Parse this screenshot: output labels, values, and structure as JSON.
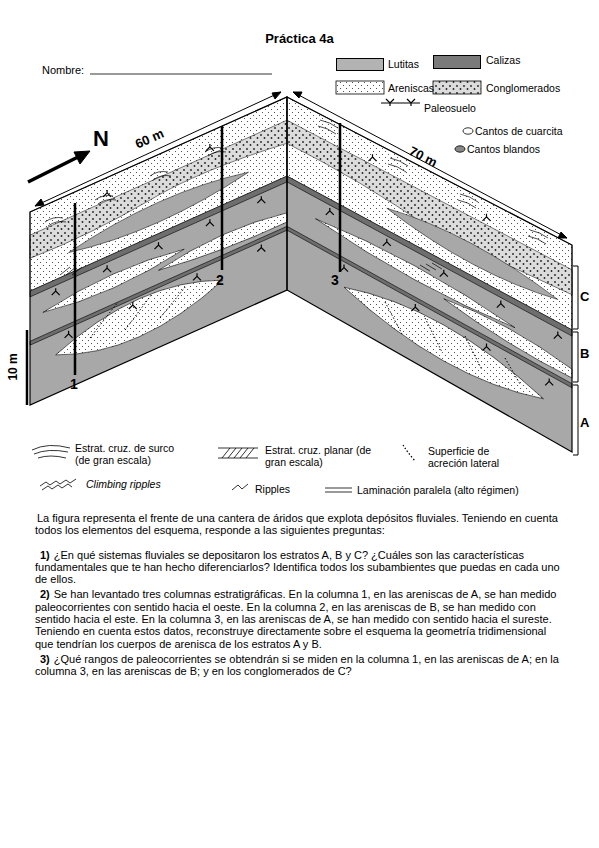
{
  "diagram": {
    "title": "Práctica 4a",
    "labels": [
      "Nombre:",
      "N",
      "60 m",
      "70 m",
      "10 m",
      "1",
      "2",
      "3",
      "C",
      "B",
      "A",
      "La figura representa el frente de una cantera de áridos que explota depósitos fluviales. Teniendo en cuenta todos los elementos del esquema, responde a las siguientes preguntas:",
      "1)",
      "¿En qué sistemas fluviales se depositaron los estratos A, B y C? ¿Cuáles son las características fundamentales que te han hecho diferenciarlos? Identifica todos los subambientes que puedas en cada uno de ellos.",
      "2)",
      "Se han levantado tres columnas estratigráficas. En la columna 1, en las areniscas de A, se han medido paleocorrientes con sentido hacia el oeste. En la columna 2, en las areniscas de B, se han medido con sentido hacia el este. En la columna 3, en las areniscas de A, se han medido con sentido hacia el sureste. Teniendo en cuenta estos datos, reconstruye directamente sobre el esquema la geometría tridimensional que tendrían los cuerpos de arenisca de los estratos A y B.",
      "3)",
      "¿Qué rangos de paleocorrientes se obtendrán si se miden en la columna 1, en las areniscas de A; en la columna 3, en las areniscas de B; y en los conglomerados de C?"
    ],
    "legend": [
      {
        "text": "Lutitas",
        "color": "#b3b3b3"
      },
      {
        "text": "Calizas",
        "color": "#7a7a7a"
      },
      {
        "text": "Areniscas"
      },
      {
        "text": "Conglomerados"
      },
      {
        "text": "Paleosuelo"
      },
      {
        "text": "Cantos de cuarcita"
      },
      {
        "text": "Cantos blandos"
      },
      {
        "text": "Estrat. cruz. de surco (de gran escala)"
      },
      {
        "text": "Estrat. cruz. planar (de gran escala)"
      },
      {
        "text": "Superficie de acreción lateral"
      },
      {
        "text": "Climbing ripples"
      },
      {
        "text": "Ripples"
      },
      {
        "text": "Laminación paralela (alto régimen)"
      }
    ]
  }
}
